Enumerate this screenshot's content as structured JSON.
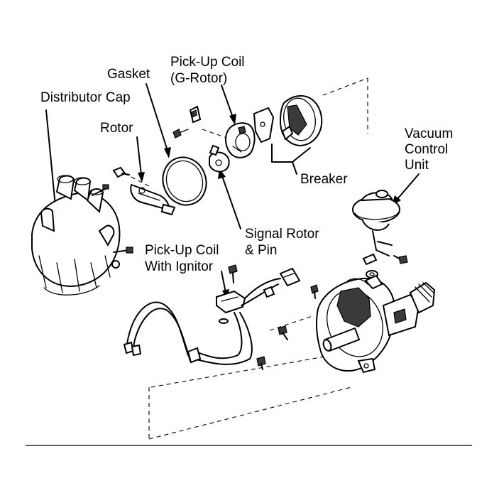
{
  "labels": {
    "distributor_cap": "Distributor Cap",
    "gasket": "Gasket",
    "pickup_coil_grotor_line1": "Pick-Up Coil",
    "pickup_coil_grotor_line2": "(G-Rotor)",
    "rotor": "Rotor",
    "breaker": "Breaker",
    "vacuum_line1": "Vacuum",
    "vacuum_line2": "Control",
    "vacuum_line3": "Unit",
    "signal_rotor_line1": "Signal Rotor",
    "signal_rotor_line2": "& Pin",
    "pickup_ignitor_line1": "Pick-Up Coil",
    "pickup_ignitor_line2": "With Ignitor"
  },
  "colors": {
    "ink": "#000000",
    "background": "#ffffff"
  }
}
